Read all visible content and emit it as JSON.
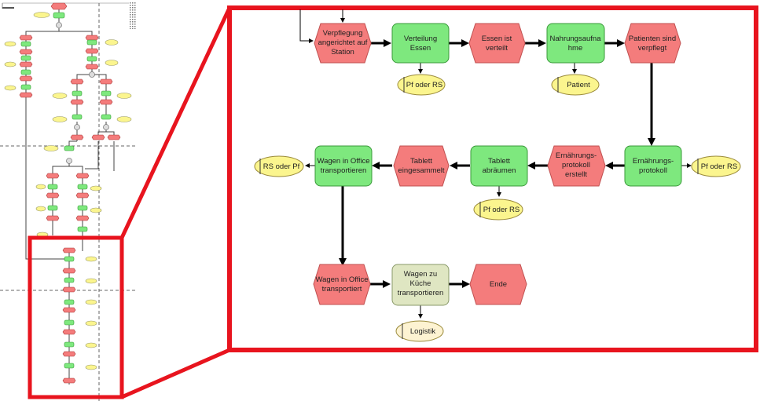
{
  "colors": {
    "event": "#f47c7c",
    "function": "#7ee87e",
    "function_alt": "#dfe6c2",
    "role": "#fbf58e",
    "role_alt": "#fdf3d2",
    "highlight": "#e8141e"
  },
  "detail": {
    "events": {
      "e1": [
        "Verpflegung",
        "angerichtet auf",
        "Station"
      ],
      "e2": [
        "Essen ist",
        "verteilt"
      ],
      "e3": [
        "Patienten sind",
        "verpflegt"
      ],
      "e4": [
        "Ernährungs-",
        "protokoll",
        "erstellt"
      ],
      "e5": [
        "Tablett",
        "eingesammelt"
      ],
      "e6": [
        "Wagen in Office",
        "transportiert"
      ],
      "e7": [
        "Ende"
      ]
    },
    "functions": {
      "f1": [
        "Verteilung",
        "Essen"
      ],
      "f2": [
        "Nahrungsaufna",
        "hme"
      ],
      "f3": [
        "Ernährungs-",
        "protokoll"
      ],
      "f4": [
        "Tablett",
        "abräumen"
      ],
      "f5": [
        "Wagen in Office",
        "transportieren"
      ],
      "f6": [
        "Wagen zu",
        "Küche",
        "transportieren"
      ]
    },
    "roles": {
      "r1": "Pf oder RS",
      "r2": "Patient",
      "r3": "Pf oder RS",
      "r4": "Pf oder RS",
      "r5": "RS oder Pf",
      "r6": "Logistik"
    }
  }
}
